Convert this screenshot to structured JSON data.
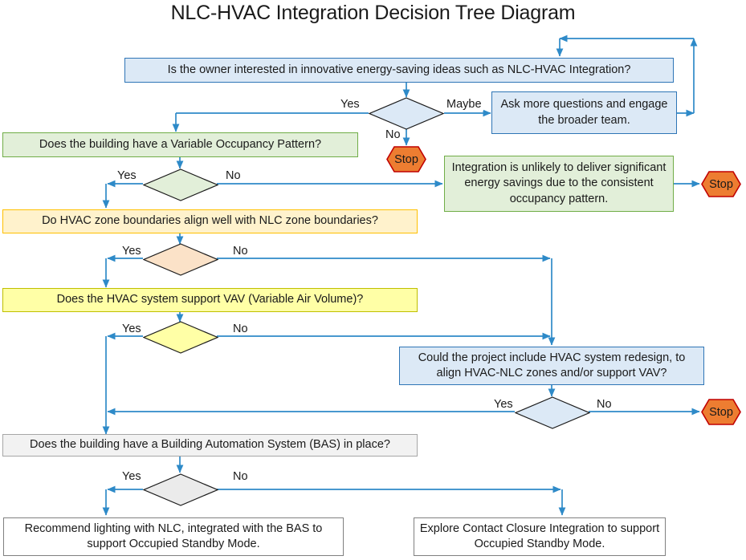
{
  "title": "NLC-HVAC Integration Decision Tree Diagram",
  "colors": {
    "wire": "#2e8ac8",
    "blue_fill": "#dce9f6",
    "blue_stroke": "#2e75b6",
    "green_fill": "#e2efd9",
    "green_stroke": "#70ad47",
    "yellow_fill": "#fff2cc",
    "yellow_stroke": "#ffc000",
    "yellow2_fill": "#ffffa6",
    "yellow2_stroke": "#bfbf00",
    "grey_fill": "#f2f2f2",
    "grey_stroke": "#a6a6a6",
    "stop_fill": "#ed7d31",
    "stop_stroke": "#c00000",
    "text": "#1a1a1a"
  },
  "nodes": {
    "owner_question": "Is the owner interested in innovative energy-saving ideas such as NLC-HVAC Integration?",
    "ask_more": "Ask more questions and engage the broader team.",
    "occupancy_question": "Does the building have a Variable Occupancy Pattern?",
    "unlikely_savings": "Integration is unlikely to deliver significant energy savings due to the consistent occupancy pattern.",
    "zone_boundaries_question": "Do HVAC zone boundaries align well with NLC zone boundaries?",
    "vav_question": "Does the HVAC system support VAV (Variable Air Volume)?",
    "redesign_question": "Could the project include HVAC system redesign, to align HVAC-NLC zones and/or support VAV?",
    "bas_question": "Does the building have a Building Automation System (BAS) in place?",
    "recommend_nlc_bas": "Recommend lighting with NLC, integrated with the BAS to support Occupied Standby Mode.",
    "explore_contact_closure": "Explore Contact Closure Integration to support Occupied Standby Mode."
  },
  "stops": {
    "stop_owner": "Stop",
    "stop_occupancy": "Stop",
    "stop_redesign": "Stop"
  },
  "edge_labels": {
    "owner_yes": "Yes",
    "owner_maybe": "Maybe",
    "owner_no": "No",
    "occupancy_yes": "Yes",
    "occupancy_no": "No",
    "zones_yes": "Yes",
    "zones_no": "No",
    "vav_yes": "Yes",
    "vav_no": "No",
    "redesign_yes": "Yes",
    "redesign_no": "No",
    "bas_yes": "Yes",
    "bas_no": "No"
  }
}
